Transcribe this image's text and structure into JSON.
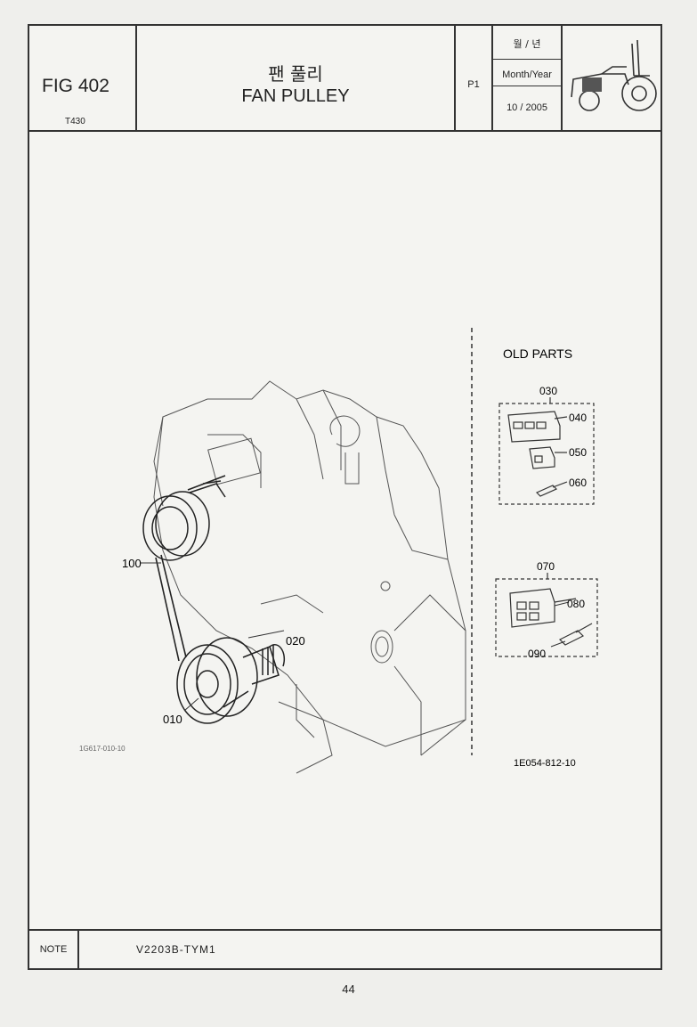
{
  "header": {
    "fig_label": "FIG 402",
    "model": "T430",
    "title_ko": "팬 풀리",
    "title_en": "FAN PULLEY",
    "page": "P1",
    "date_ko": "월 / 년",
    "date_label": "Month/Year",
    "date_value": "10 / 2005"
  },
  "drawing": {
    "old_parts_label": "OLD PARTS",
    "callouts": {
      "p010": "010",
      "p020": "020",
      "p030": "030",
      "p040": "040",
      "p050": "050",
      "p060": "060",
      "p070": "070",
      "p080": "080",
      "p090": "090",
      "p100": "100"
    },
    "left_ref_code": "1G617-010-10",
    "right_ref_code": "1E054-812-10"
  },
  "notes": {
    "label": "NOTE",
    "text": "V2203B-TYM1"
  },
  "page_number": "44"
}
